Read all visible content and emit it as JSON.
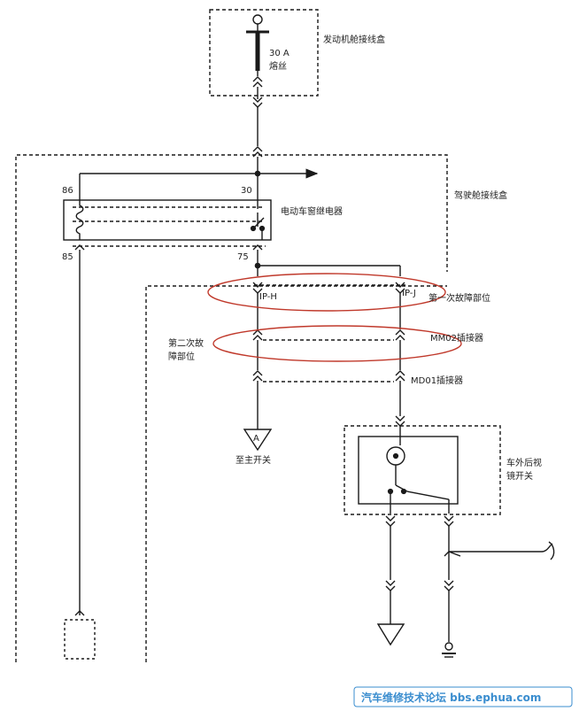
{
  "labels": {
    "engine_box": "发动机舱接线盒",
    "fuse_rating": "30 A",
    "fuse_name": "熔丝",
    "cab_box": "驾驶舱接线盒",
    "relay_name": "电动车窗继电器",
    "pin_86": "86",
    "pin_30": "30",
    "pin_85": "85",
    "pin_75": "75",
    "ip_h": "IP-H",
    "ip_j": "IP-J",
    "fault1": "第一次故障部位",
    "fault2_l1": "第二次故",
    "fault2_l2": "障部位",
    "mm02": "MM02插接器",
    "md01": "MD01插接器",
    "ref_a": "A",
    "to_main_switch": "至主开关",
    "mirror_switch_l1": "车外后视",
    "mirror_switch_l2": "镜开关"
  },
  "watermark": "汽车维修技术论坛 bbs.ephua.com",
  "colors": {
    "line": "#1a1a1a",
    "highlight": "#c0392b",
    "watermark": "#3a8dcf"
  }
}
